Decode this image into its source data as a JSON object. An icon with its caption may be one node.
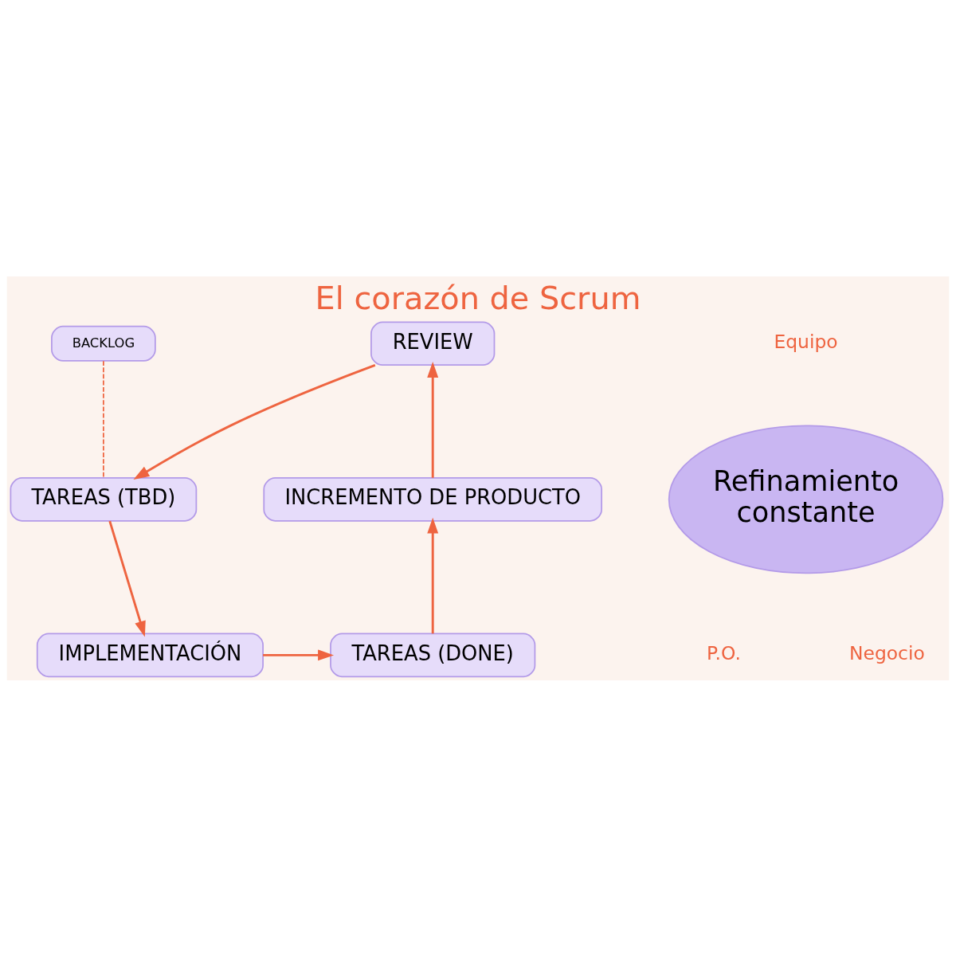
{
  "diagram": {
    "title": "El corazón de Scrum",
    "nodes": [
      {
        "text": [
          "BACKLOG"
        ]
      },
      {
        "text": [
          "REVIEW"
        ]
      },
      {
        "text": [
          "TAREAS (TBD)"
        ]
      },
      {
        "text": [
          "INCREMENTO DE PRODUCTO"
        ]
      },
      {
        "text": [
          "Refinamiento",
          "constante"
        ]
      },
      {
        "text": [
          "IMPLEMENTACIÓN"
        ]
      },
      {
        "text": [
          "TAREAS (DONE)"
        ]
      }
    ],
    "edges": [
      {
        "from": 0,
        "to": 2,
        "arrow": "none",
        "style": "dashed"
      },
      {
        "from": 2,
        "to": 5,
        "arrow": "to"
      },
      {
        "from": 5,
        "to": 6,
        "arrow": "to"
      },
      {
        "from": 6,
        "to": 3,
        "arrow": "to"
      },
      {
        "from": 3,
        "to": 1,
        "arrow": "to"
      },
      {
        "from": 1,
        "to": 2,
        "arrow": "to"
      }
    ],
    "labels": [
      "Equipo",
      "P.O.",
      "Negocio"
    ]
  }
}
